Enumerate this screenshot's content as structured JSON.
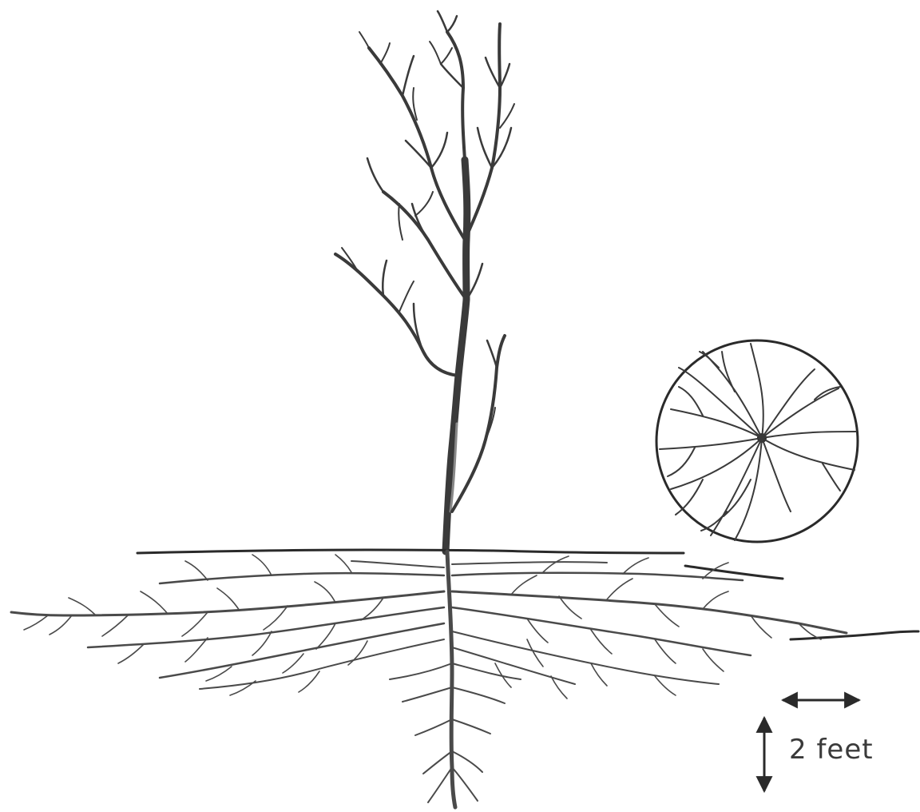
{
  "diagram": {
    "subject": "tree-with-root-system",
    "scale_label": "2 feet",
    "colors": {
      "ink": "#2a2a2a",
      "ink_light": "#6a6a6a",
      "background": "#ffffff"
    },
    "icons": {
      "horizontal_scale": "double-arrow-horizontal",
      "vertical_scale": "double-arrow-vertical"
    }
  }
}
